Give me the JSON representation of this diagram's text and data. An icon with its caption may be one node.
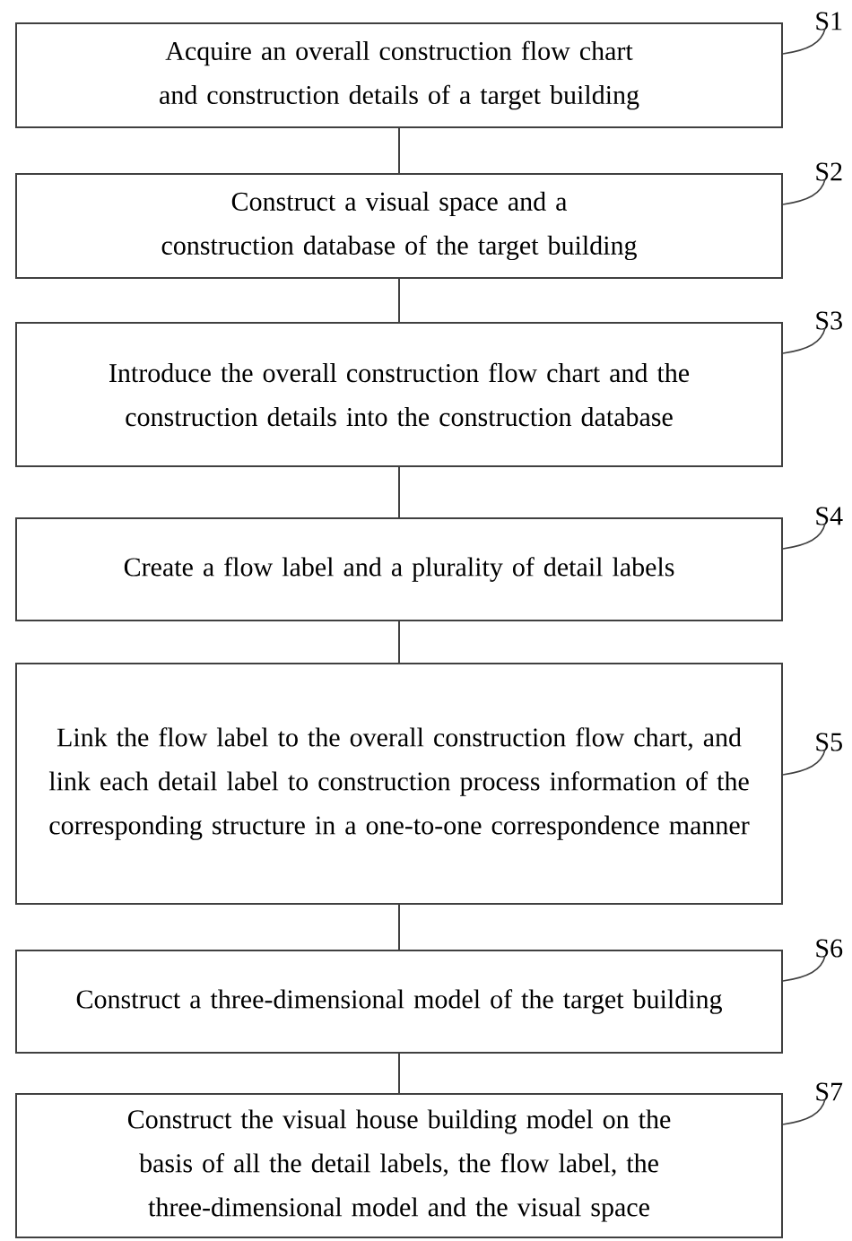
{
  "diagram": {
    "nodes": [
      {
        "text": [
          "Acquire an overall construction flow chart and construction details of a target building"
        ]
      },
      {
        "text": [
          "Construct a visual space and a construction database of the target building"
        ]
      },
      {
        "text": [
          "Introduce the overall construction flow chart and the construction details into the construction database"
        ]
      },
      {
        "text": [
          "Create a flow label and a plurality of detail labels"
        ]
      },
      {
        "text": [
          "Link the flow label to the overall construction flow chart, and link each detail label to construction process information of the corresponding structure in a one-to-one correspondence manner"
        ]
      },
      {
        "text": [
          "Construct a three-dimensional model of the target building"
        ]
      },
      {
        "text": [
          "Construct the visual house building model on the basis of all the detail labels, the flow label, the three-dimensional model and the visual space"
        ]
      },
      {
        "text": [
          "S1"
        ]
      },
      {
        "text": [
          "S2"
        ]
      },
      {
        "text": [
          "S3"
        ]
      },
      {
        "text": [
          "S4"
        ]
      },
      {
        "text": [
          "S5"
        ]
      },
      {
        "text": [
          "S6"
        ]
      },
      {
        "text": [
          "S7"
        ]
      }
    ],
    "edges": [
      {
        "from": 0,
        "to": 1,
        "arrow": "none"
      },
      {
        "from": 1,
        "to": 2,
        "arrow": "none"
      },
      {
        "from": 2,
        "to": 3,
        "arrow": "none"
      },
      {
        "from": 3,
        "to": 4,
        "arrow": "none"
      },
      {
        "from": 4,
        "to": 5,
        "arrow": "none"
      },
      {
        "from": 5,
        "to": 6,
        "arrow": "none"
      },
      {
        "from": 7,
        "to": 0,
        "arrow": "none"
      },
      {
        "from": 8,
        "to": 1,
        "arrow": "none"
      },
      {
        "from": 9,
        "to": 2,
        "arrow": "none"
      },
      {
        "from": 10,
        "to": 3,
        "arrow": "none"
      },
      {
        "from": 11,
        "to": 4,
        "arrow": "none"
      },
      {
        "from": 12,
        "to": 5,
        "arrow": "none"
      },
      {
        "from": 13,
        "to": 6,
        "arrow": "none"
      }
    ]
  }
}
